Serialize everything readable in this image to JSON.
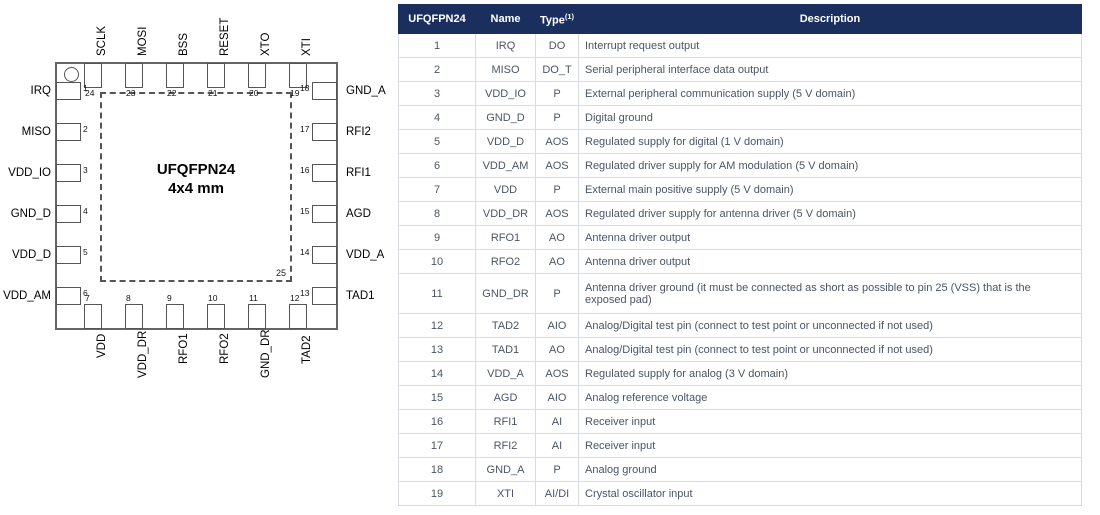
{
  "figure": {
    "chip_label_line1": "UFQFPN24",
    "chip_label_line2": "4x4 mm",
    "exposed_pad_number": "25",
    "orientation_dot": "orientation-dot",
    "top_pins": [
      {
        "num": "24",
        "name": "SCLK"
      },
      {
        "num": "23",
        "name": "MOSI"
      },
      {
        "num": "22",
        "name": "BSS"
      },
      {
        "num": "21",
        "name": "RESET"
      },
      {
        "num": "20",
        "name": "XTO"
      },
      {
        "num": "19",
        "name": "XTI"
      }
    ],
    "left_pins": [
      {
        "num": "1",
        "name": "IRQ"
      },
      {
        "num": "2",
        "name": "MISO"
      },
      {
        "num": "3",
        "name": "VDD_IO"
      },
      {
        "num": "4",
        "name": "GND_D"
      },
      {
        "num": "5",
        "name": "VDD_D"
      },
      {
        "num": "6",
        "name": "VDD_AM"
      }
    ],
    "right_pins": [
      {
        "num": "18",
        "name": "GND_A"
      },
      {
        "num": "17",
        "name": "RFI2"
      },
      {
        "num": "16",
        "name": "RFI1"
      },
      {
        "num": "15",
        "name": "AGD"
      },
      {
        "num": "14",
        "name": "VDD_A"
      },
      {
        "num": "13",
        "name": "TAD1"
      }
    ],
    "bottom_pins": [
      {
        "num": "7",
        "name": "VDD"
      },
      {
        "num": "8",
        "name": "VDD_DR"
      },
      {
        "num": "9",
        "name": "RFO1"
      },
      {
        "num": "10",
        "name": "RFO2"
      },
      {
        "num": "11",
        "name": "GND_DR"
      },
      {
        "num": "12",
        "name": "TAD2"
      }
    ]
  },
  "table": {
    "header_bg": "#1b2f5e",
    "header_fg": "#ffffff",
    "columns": [
      {
        "label": "UFQFPN24",
        "note": ""
      },
      {
        "label": "Name",
        "note": ""
      },
      {
        "label": "Type",
        "note": "(1)"
      },
      {
        "label": "Description",
        "note": ""
      }
    ],
    "rows": [
      {
        "pin": "1",
        "name": "IRQ",
        "type": "DO",
        "desc": "Interrupt request output"
      },
      {
        "pin": "2",
        "name": "MISO",
        "type": "DO_T",
        "desc": "Serial peripheral interface data output"
      },
      {
        "pin": "3",
        "name": "VDD_IO",
        "type": "P",
        "desc": "External peripheral communication supply (5 V domain)"
      },
      {
        "pin": "4",
        "name": "GND_D",
        "type": "P",
        "desc": "Digital ground"
      },
      {
        "pin": "5",
        "name": "VDD_D",
        "type": "AOS",
        "desc": "Regulated supply for digital (1 V domain)"
      },
      {
        "pin": "6",
        "name": "VDD_AM",
        "type": "AOS",
        "desc": "Regulated driver supply for AM modulation (5 V domain)"
      },
      {
        "pin": "7",
        "name": "VDD",
        "type": "P",
        "desc": "External main positive supply (5 V domain)"
      },
      {
        "pin": "8",
        "name": "VDD_DR",
        "type": "AOS",
        "desc": "Regulated driver supply for antenna driver (5 V domain)"
      },
      {
        "pin": "9",
        "name": "RFO1",
        "type": "AO",
        "desc": "Antenna driver output"
      },
      {
        "pin": "10",
        "name": "RFO2",
        "type": "AO",
        "desc": "Antenna driver output"
      },
      {
        "pin": "11",
        "name": "GND_DR",
        "type": "P",
        "desc": "Antenna driver ground (it must be connected as short as possible to pin 25 (VSS) that is the exposed pad)",
        "tall": true
      },
      {
        "pin": "12",
        "name": "TAD2",
        "type": "AIO",
        "desc": "Analog/Digital test pin (connect to test point or unconnected if not used)"
      },
      {
        "pin": "13",
        "name": "TAD1",
        "type": "AO",
        "desc": "Analog/Digital test pin (connect to test point or unconnected if not used)"
      },
      {
        "pin": "14",
        "name": "VDD_A",
        "type": "AOS",
        "desc": "Regulated supply for analog (3 V domain)"
      },
      {
        "pin": "15",
        "name": "AGD",
        "type": "AIO",
        "desc": "Analog reference voltage"
      },
      {
        "pin": "16",
        "name": "RFI1",
        "type": "AI",
        "desc": "Receiver input"
      },
      {
        "pin": "17",
        "name": "RFI2",
        "type": "AI",
        "desc": "Receiver input"
      },
      {
        "pin": "18",
        "name": "GND_A",
        "type": "P",
        "desc": "Analog ground"
      },
      {
        "pin": "19",
        "name": "XTI",
        "type": "AI/DI",
        "desc": "Crystal oscillator input"
      }
    ]
  }
}
